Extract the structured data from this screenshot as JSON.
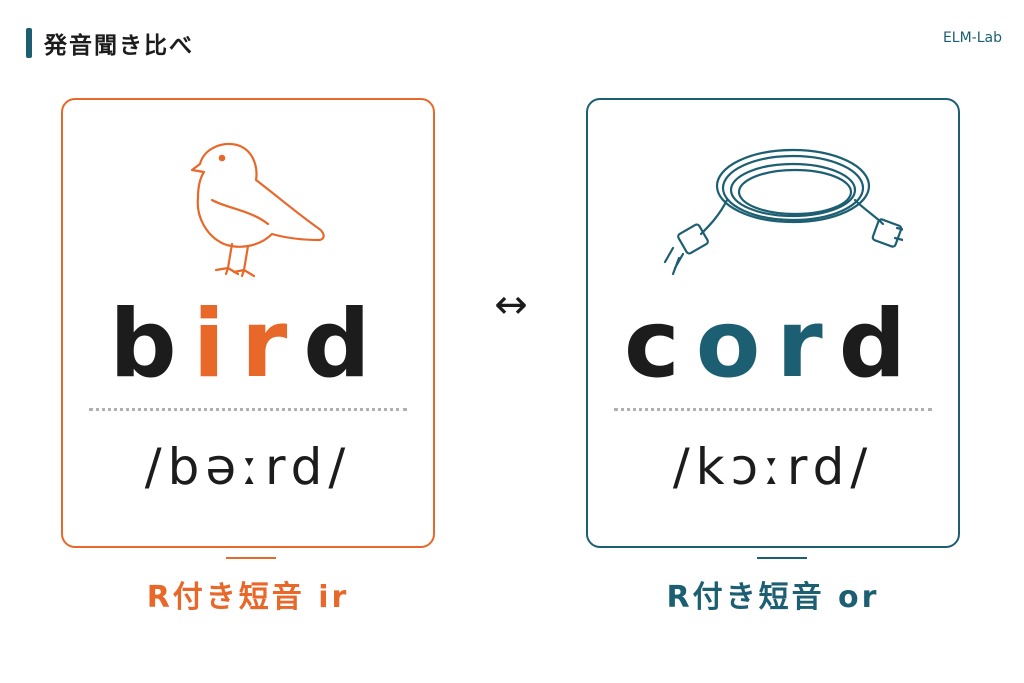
{
  "header": {
    "title": "発音聞き比べ",
    "brand": "ELM-Lab"
  },
  "arrow": "↔",
  "cards": [
    {
      "word_parts": [
        "b",
        "i",
        "r",
        "d"
      ],
      "ipa": "/bəːrd/",
      "caption": "R付き短音 ir",
      "icon": "bird-icon",
      "color": "#e8682a"
    },
    {
      "word_parts": [
        "c",
        "o",
        "r",
        "d"
      ],
      "ipa": "/kɔːrd/",
      "caption": "R付き短音 or",
      "icon": "power-cord-icon",
      "color": "#1d5f72"
    }
  ]
}
